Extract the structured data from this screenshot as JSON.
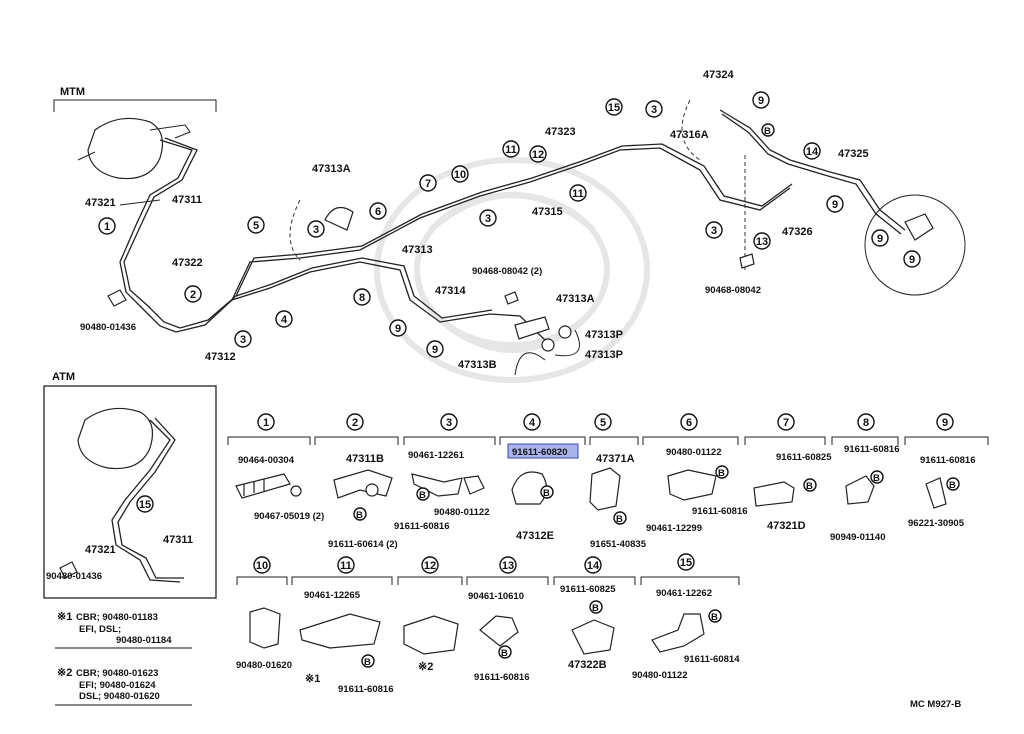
{
  "diagram": {
    "code": "MC  M927-B",
    "sections": {
      "mtm": "MTM",
      "atm": "ATM"
    },
    "callouts": {
      "c1": "1",
      "c2": "2",
      "c3": "3",
      "c4": "4",
      "c5": "5",
      "c6": "6",
      "c7": "7",
      "c8": "8",
      "c9": "9",
      "c10": "10",
      "c11": "11",
      "c12": "12",
      "c13": "13",
      "c14": "14",
      "c15": "15"
    },
    "b_mark": "B",
    "main_labels": {
      "p47321": "47321",
      "p47311": "47311",
      "p90480_01436": "90480-01436",
      "p47322": "47322",
      "p47312": "47312",
      "p47313A_top": "47313A",
      "p47313": "47313",
      "p47315": "47315",
      "p47323": "47323",
      "p47324": "47324",
      "p47316A": "47316A",
      "p47325": "47325",
      "p47326": "47326",
      "p90468_08042": "90468-08042",
      "p90468_08042_2": "90468-08042 (2)",
      "p47314": "47314",
      "p47313A_mid": "47313A",
      "p47313P_a": "47313P",
      "p47313P_b": "47313P",
      "p47313B": "47313B"
    },
    "atm_labels": {
      "p47311": "47311",
      "p47321": "47321",
      "p90480_01436": "90480-01436"
    },
    "notes": {
      "n1_mark": "※1",
      "n1_line1": "CBR;   90480-01183",
      "n1_line2": "EFI, DSL;",
      "n1_line3": "90480-01184",
      "n2_mark": "※2",
      "n2_line1": "CBR;   90480-01623",
      "n2_line2": "EFI;     90480-01624",
      "n2_line3": "DSL;    90480-01620"
    },
    "detail_row1": {
      "g1": [
        "90464-00304",
        "90467-05019 (2)",
        "91611-60614 (2)"
      ],
      "g2": [
        "47311B"
      ],
      "g3": [
        "90461-12261",
        "91611-60816",
        "90480-01122"
      ],
      "g4": [
        "91611-60820",
        "47312E"
      ],
      "g5": [
        "47371A",
        "91651-40835"
      ],
      "g6": [
        "90480-01122",
        "91611-60816",
        "90461-12299"
      ],
      "g7": [
        "91611-60825",
        "47321D"
      ],
      "g8": [
        "91611-60816",
        "90949-01140"
      ],
      "g9": [
        "91611-60816",
        "96221-30905"
      ]
    },
    "detail_row2": {
      "g10": [
        "90480-01620"
      ],
      "g11": [
        "90461-12265",
        "※1",
        "91611-60816"
      ],
      "g12": [
        "※2"
      ],
      "g13": [
        "90461-10610",
        "91611-60816"
      ],
      "g14": [
        "91611-60825",
        "47322B"
      ],
      "g15": [
        "90461-12262",
        "91611-60814",
        "90480-01122"
      ]
    },
    "highlight_color": "#a9b4ea"
  }
}
